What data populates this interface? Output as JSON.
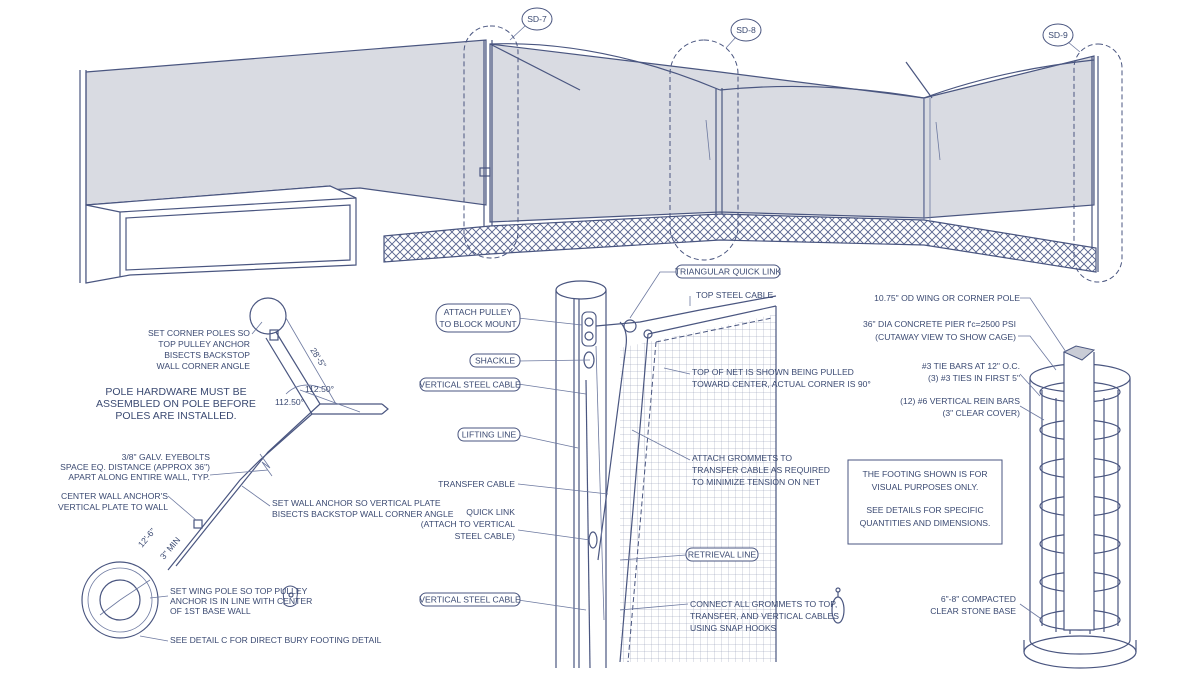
{
  "colors": {
    "ink": "#4a5680",
    "net_fill": "#d9dbe2",
    "background": "#ffffff"
  },
  "perspective": {
    "tags": [
      "SD-7",
      "SD-8",
      "SD-9"
    ]
  },
  "plan_view": {
    "note_corner_poles": [
      "SET CORNER POLES SO",
      "TOP PULLEY ANCHOR",
      "BISECTS BACKSTOP",
      "WALL CORNER ANGLE"
    ],
    "note_pole_hardware": [
      "POLE HARDWARE MUST BE",
      "ASSEMBLED ON POLE BEFORE",
      "POLES ARE INSTALLED."
    ],
    "note_eyebolts": [
      "3/8\" GALV. EYEBOLTS",
      "SPACE EQ. DISTANCE (APPROX 36\")",
      "APART ALONG ENTIRE WALL, TYP."
    ],
    "note_center_anchor": [
      "CENTER WALL ANCHOR'S",
      "VERTICAL PLATE TO WALL"
    ],
    "note_wall_anchor": [
      "SET WALL ANCHOR SO VERTICAL PLATE",
      "BISECTS BACKSTOP WALL CORNER ANGLE"
    ],
    "note_wing_pole": [
      "SET WING POLE SO TOP PULLEY",
      "ANCHOR IS IN LINE WITH CENTER",
      "OF 1ST BASE WALL"
    ],
    "note_detail_c": "SEE DETAIL C FOR DIRECT BURY FOOTING DETAIL",
    "dim_angle_a": "112.50°",
    "dim_angle_b": "112.50°",
    "dim_length": "28'-5\"",
    "dim_small_a": "12'-6\"",
    "dim_small_b": "3\" MIN"
  },
  "detail": {
    "callout_triangular": "TRIANGULAR QUICK LINK",
    "label_top_cable": "TOP STEEL CABLE",
    "callout_attach_pulley": [
      "ATTACH PULLEY",
      "TO BLOCK MOUNT"
    ],
    "callout_shackle": "SHACKLE",
    "callout_vertical_1": "VERTICAL STEEL CABLE",
    "callout_lifting": "LIFTING LINE",
    "label_transfer": "TRANSFER CABLE",
    "label_quick_link": [
      "QUICK LINK",
      "(ATTACH TO VERTICAL",
      "STEEL CABLE)"
    ],
    "callout_vertical_2": "VERTICAL STEEL CABLE",
    "note_top_net": [
      "TOP OF NET IS SHOWN BEING PULLED",
      "TOWARD CENTER, ACTUAL CORNER IS 90°"
    ],
    "note_grommets": [
      "ATTACH GROMMETS TO",
      "TRANSFER CABLE AS REQUIRED",
      "TO MINIMIZE TENSION ON NET"
    ],
    "callout_retrieval": "RETRIEVAL LINE",
    "note_connect": [
      "CONNECT ALL GROMMETS TO TOP,",
      "TRANSFER, AND VERTICAL CABLES",
      "USING SNAP HOOKS"
    ]
  },
  "footing": {
    "label_pole": "10.75\" OD WING OR CORNER POLE",
    "label_pier": [
      "36\" DIA CONCRETE PIER f'c=2500 PSI",
      "(CUTAWAY VIEW TO SHOW CAGE)"
    ],
    "label_tie_bars": [
      "#3 TIE BARS AT 12\" O.C.",
      "(3) #3 TIES IN FIRST 5\""
    ],
    "label_rein_bars": [
      "(12) #6 VERTICAL REIN BARS",
      "(3\" CLEAR COVER)"
    ],
    "note_box": [
      "THE FOOTING SHOWN IS FOR",
      "VISUAL PURPOSES ONLY.",
      "",
      "SEE DETAILS FOR SPECIFIC",
      "QUANTITIES AND DIMENSIONS."
    ],
    "label_base": [
      "6\"-8\" COMPACTED",
      "CLEAR STONE BASE"
    ]
  }
}
